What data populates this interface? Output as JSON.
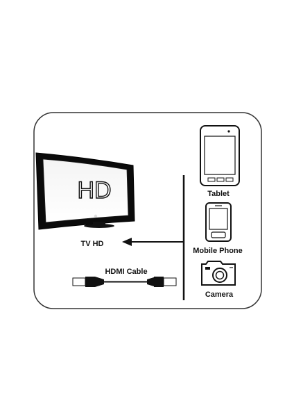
{
  "tv": {
    "screen_text": "HD",
    "label": "TV HD"
  },
  "cable": {
    "label": "HDMI Cable"
  },
  "devices": [
    {
      "id": "tablet",
      "label": "Tablet",
      "icon": "tablet-icon"
    },
    {
      "id": "mobile",
      "label": "Mobile Phone",
      "icon": "mobile-phone-icon"
    },
    {
      "id": "camera",
      "label": "Camera",
      "icon": "camera-icon"
    }
  ],
  "colors": {
    "stroke": "#111111",
    "panel_border": "#333333",
    "background": "#ffffff"
  }
}
